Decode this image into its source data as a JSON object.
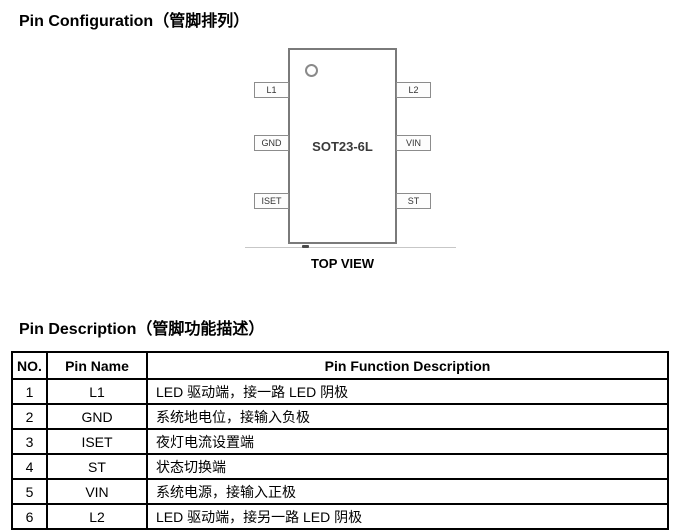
{
  "titles": {
    "pin_configuration": "Pin Configuration（管脚排列）",
    "pin_description": "Pin Description（管脚功能描述）"
  },
  "diagram": {
    "package_label": "SOT23-6L",
    "view_label": "TOP VIEW",
    "left_pins": [
      {
        "name": "L1"
      },
      {
        "name": "GND"
      },
      {
        "name": "ISET"
      }
    ],
    "right_pins": [
      {
        "name": "L2"
      },
      {
        "name": "VIN"
      },
      {
        "name": "ST"
      }
    ]
  },
  "table": {
    "headers": [
      "NO.",
      "Pin Name",
      "Pin Function Description"
    ],
    "rows": [
      {
        "no": "1",
        "pin": "L1",
        "desc": "LED 驱动端，接一路 LED 阴极"
      },
      {
        "no": "2",
        "pin": "GND",
        "desc": "系统地电位，接输入负极"
      },
      {
        "no": "3",
        "pin": "ISET",
        "desc": "夜灯电流设置端"
      },
      {
        "no": "4",
        "pin": "ST",
        "desc": "状态切换端"
      },
      {
        "no": "5",
        "pin": "VIN",
        "desc": "系统电源，接输入正极"
      },
      {
        "no": "6",
        "pin": "L2",
        "desc": "LED 驱动端，接另一路 LED 阴极"
      }
    ]
  },
  "colors": {
    "chip_border": "#7a7a7a",
    "pin_box_border": "#8c8c8c",
    "table_border": "#000000",
    "faint_line": "#c7c7c7",
    "text": "#000000"
  }
}
